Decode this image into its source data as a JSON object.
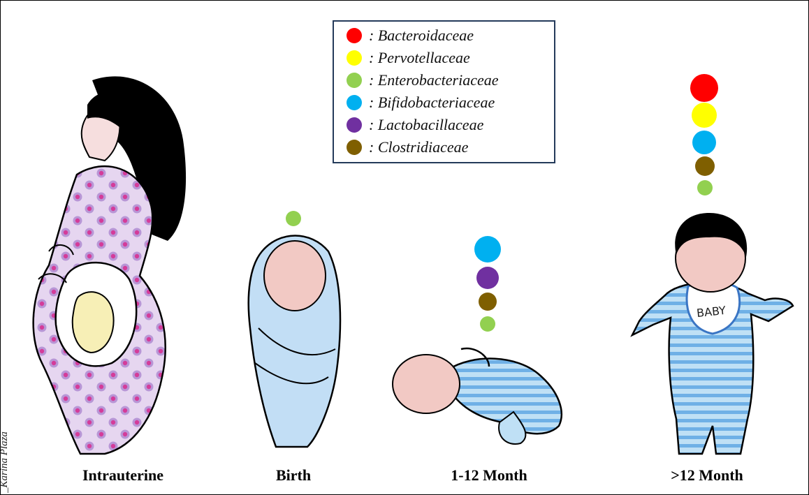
{
  "legend": {
    "items": [
      {
        "name": "Bacteroidaceae",
        "label": ": Bacteroidaceae",
        "color": "#ff0000"
      },
      {
        "name": "Pervotellaceae",
        "label": ": Pervotellaceae",
        "color": "#ffff00"
      },
      {
        "name": "Enterobacteriaceae",
        "label": ": Enterobacteriaceae",
        "color": "#92d050"
      },
      {
        "name": "Bifidobacteriaceae",
        "label": ": Bifidobacteriaceae",
        "color": "#00b0f0"
      },
      {
        "name": "Lactobacillaceae",
        "label": ": Lactobacillaceae",
        "color": "#7030a0"
      },
      {
        "name": "Clostridiaceae",
        "label": ": Clostridiaceae",
        "color": "#7f5f00"
      }
    ]
  },
  "stages": [
    {
      "id": "intrauterine",
      "caption": "Intrauterine",
      "bacteria": []
    },
    {
      "id": "birth",
      "caption": "Birth",
      "bacteria": [
        "Enterobacteriaceae"
      ]
    },
    {
      "id": "month-1-12",
      "caption": "1-12 Month",
      "bacteria": [
        "Bifidobacteriaceae",
        "Lactobacillaceae",
        "Clostridiaceae",
        "Enterobacteriaceae"
      ]
    },
    {
      "id": "month-12-plus",
      "caption": ">12 Month",
      "bacteria": [
        "Bacteroidaceae",
        "Pervotellaceae",
        "Bifidobacteriaceae",
        "Clostridiaceae",
        "Enterobacteriaceae"
      ]
    }
  ],
  "bib_text": "BABY",
  "signature": "_Karina Plaza"
}
